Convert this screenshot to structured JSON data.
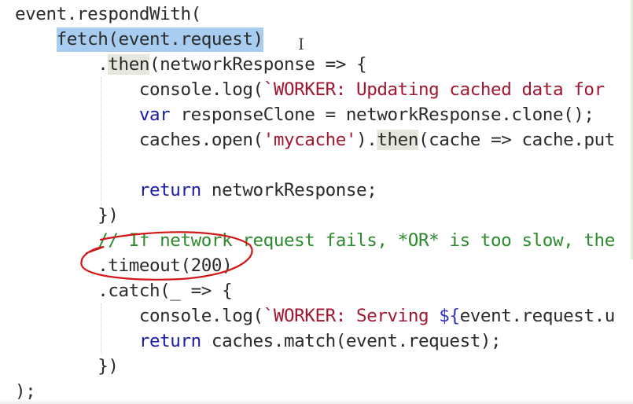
{
  "editor": {
    "language": "javascript",
    "lines": [
      {
        "indent": 0,
        "tokens": [
          {
            "t": "event.respondWith(",
            "c": ""
          }
        ]
      },
      {
        "indent": 1,
        "tokens": [
          {
            "t": "fetch(event.request)",
            "c": "sel"
          }
        ]
      },
      {
        "indent": 2,
        "tokens": [
          {
            "t": ".",
            "c": ""
          },
          {
            "t": "then",
            "c": "match"
          },
          {
            "t": "(networkResponse => {",
            "c": ""
          }
        ]
      },
      {
        "indent": 3,
        "tokens": [
          {
            "t": "console.log(",
            "c": ""
          },
          {
            "t": "`WORKER: Updating cached data for",
            "c": "str"
          }
        ]
      },
      {
        "indent": 3,
        "tokens": [
          {
            "t": "var",
            "c": "kw"
          },
          {
            "t": " responseClone = networkResponse.clone();",
            "c": ""
          }
        ]
      },
      {
        "indent": 3,
        "tokens": [
          {
            "t": "caches.open(",
            "c": ""
          },
          {
            "t": "'mycache'",
            "c": "str"
          },
          {
            "t": ").",
            "c": ""
          },
          {
            "t": "then",
            "c": "match"
          },
          {
            "t": "(cache => cache.put",
            "c": ""
          }
        ]
      },
      {
        "indent": 0,
        "tokens": []
      },
      {
        "indent": 3,
        "tokens": [
          {
            "t": "return",
            "c": "kw"
          },
          {
            "t": " networkResponse;",
            "c": ""
          }
        ]
      },
      {
        "indent": 2,
        "tokens": [
          {
            "t": "})",
            "c": ""
          }
        ]
      },
      {
        "indent": 2,
        "tokens": [
          {
            "t": "// If network request fails, *OR* is too slow, the",
            "c": "cm"
          }
        ]
      },
      {
        "indent": 2,
        "tokens": [
          {
            "t": ".timeout(200)",
            "c": ""
          }
        ]
      },
      {
        "indent": 2,
        "tokens": [
          {
            "t": ".catch(_ => {",
            "c": ""
          }
        ]
      },
      {
        "indent": 3,
        "tokens": [
          {
            "t": "console.log(",
            "c": ""
          },
          {
            "t": "`WORKER: Serving ",
            "c": "str"
          },
          {
            "t": "${",
            "c": "tpl"
          },
          {
            "t": "event.request.u",
            "c": ""
          }
        ]
      },
      {
        "indent": 3,
        "tokens": [
          {
            "t": "return",
            "c": "kw"
          },
          {
            "t": " caches.match(event.request);",
            "c": ""
          }
        ]
      },
      {
        "indent": 2,
        "tokens": [
          {
            "t": "})",
            "c": ""
          }
        ]
      },
      {
        "indent": 0,
        "tokens": [
          {
            "t": ");",
            "c": ""
          }
        ]
      }
    ],
    "selection_text": "fetch(event.request)",
    "annotation": {
      "target_text": ".timeout(200)",
      "shape": "hand-drawn-ellipse",
      "color": "#d01818"
    },
    "cursor": "text-ibeam-icon"
  },
  "colors": {
    "keyword": "#1c1ca8",
    "string": "#a31530",
    "comment": "#2d8a2d",
    "selection": "#a9cdf0",
    "match_highlight": "#e6e6dc",
    "annotation": "#d01818"
  }
}
